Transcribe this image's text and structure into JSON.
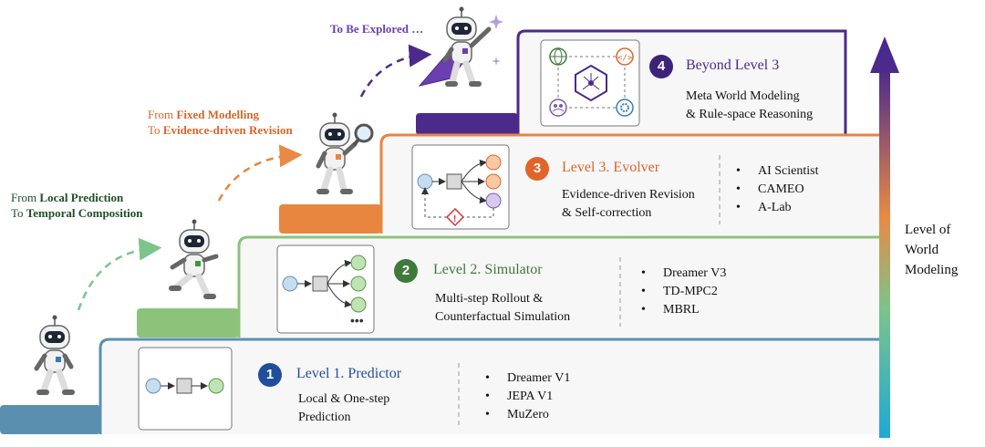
{
  "annotations": {
    "level1_to_2": {
      "from": "From ",
      "from_b": "Local Prediction",
      "to": "To ",
      "to_b": "Temporal Composition"
    },
    "level2_to_3": {
      "from": "From ",
      "from_b": "Fixed Modelling",
      "to": "To ",
      "to_b": "Evidence-driven Revision"
    },
    "explore": "To Be Explored …"
  },
  "levels": [
    {
      "num": "1",
      "title": "Level 1. Predictor",
      "desc": "Local & One-step\nPrediction",
      "examples": [
        "Dreamer V1",
        "JEPA V1",
        "MuZero"
      ],
      "color": "#1f4e9a"
    },
    {
      "num": "2",
      "title": "Level 2. Simulator",
      "desc": "Multi-step Rollout &\nCounterfactual Simulation",
      "examples": [
        "Dreamer V3",
        "TD-MPC2",
        "MBRL"
      ],
      "color": "#3f7a3a"
    },
    {
      "num": "3",
      "title": "Level 3. Evolver",
      "desc": "Evidence-driven Revision\n& Self-correction",
      "examples": [
        "AI Scientist",
        "CAMEO",
        "A-Lab"
      ],
      "color": "#d9652a"
    },
    {
      "num": "4",
      "title": "Beyond Level 3",
      "desc": "Meta World Modeling\n& Rule-space Reasoning",
      "examples": [],
      "color": "#4b2a8c"
    }
  ],
  "axis": {
    "label": "Level of\nWorld\nModeling"
  },
  "colors": {
    "l1": "#5b8fb0",
    "l2": "#8dc27b",
    "l3": "#e8853f",
    "l4": "#4b2a8c"
  },
  "ellipsis": "…"
}
